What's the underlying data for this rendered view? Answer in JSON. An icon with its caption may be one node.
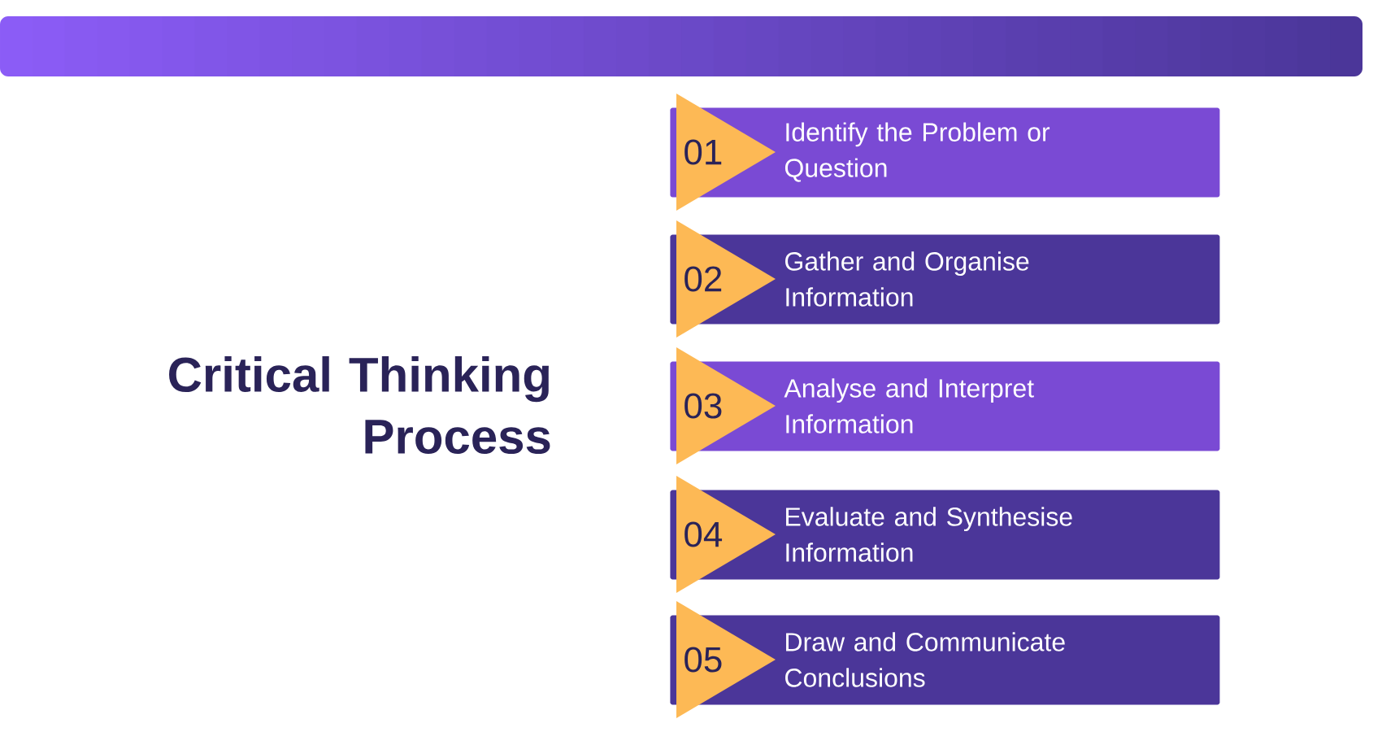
{
  "diagram": {
    "title": "Critical Thinking Process",
    "nodes": [
      {
        "text": [
          "01",
          "Identify the Problem or Question"
        ]
      },
      {
        "text": [
          "02",
          "Gather and Organise Information"
        ]
      },
      {
        "text": [
          "03",
          "Analyse and Interpret Information"
        ]
      },
      {
        "text": [
          "04",
          "Evaluate and Synthesise Information"
        ]
      },
      {
        "text": [
          "05",
          "Draw and Communicate Conclusions"
        ]
      }
    ]
  }
}
